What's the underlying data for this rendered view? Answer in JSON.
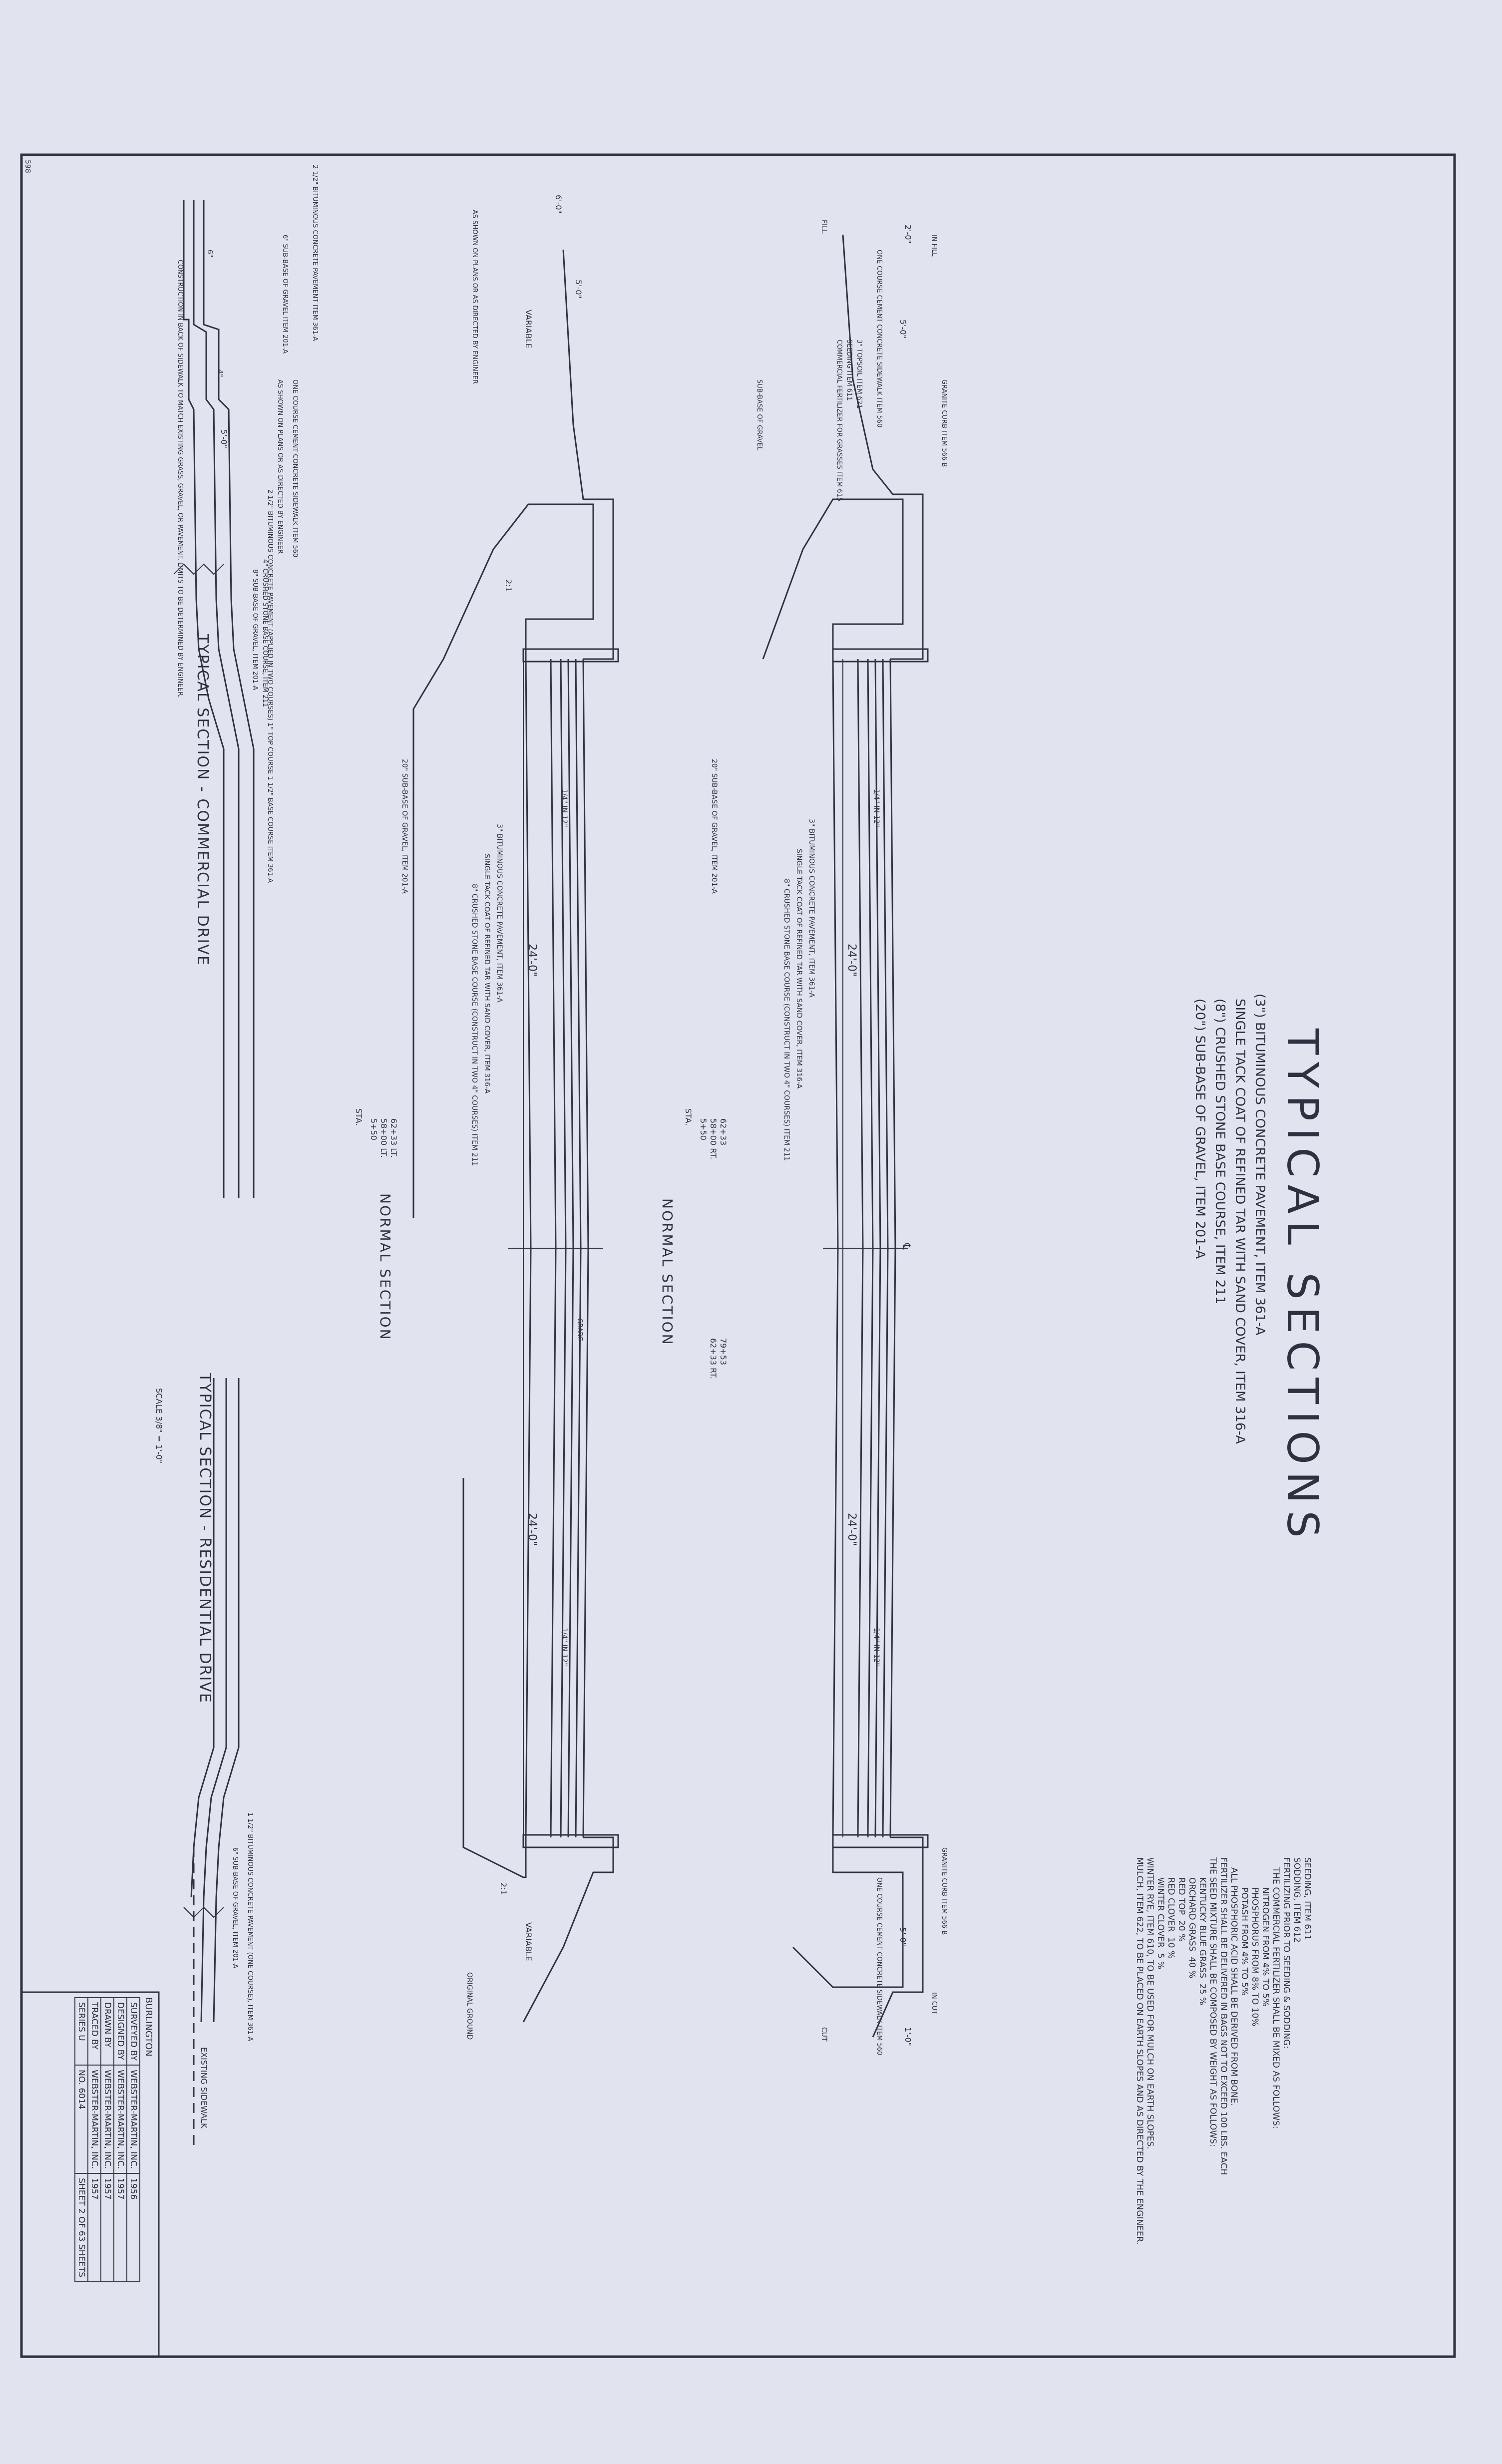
{
  "title": "TYPICAL SECTIONS",
  "legend_lines": [
    "(3\") BITUMINOUS CONCRETE PAVEMENT, ITEM 361-A",
    "SINGLE TACK COAT OF REFINED TAR WITH SAND COVER, ITEM 316-A",
    "(8\") CRUSHED STONE BASE COURSE, ITEM 211",
    "(20\") SUB-BASE OF GRAVEL, ITEM 201-A"
  ],
  "seeding_notes": [
    "SEEDING, ITEM 611",
    "SODDING, ITEM 612",
    "FERTILIZING PRIOR TO SEEDING & SODDING:",
    "THE COMMERCIAL FERTILIZER SHALL BE MIXED AS FOLLOWS:",
    "NITROGEN FROM 4% TO 5%",
    "PHOSPHORUS FROM 8% TO 10%",
    "POTASH FROM 4% TO 5%",
    "ALL PHOSPHORIC ACID SHALL BE DERIVED FROM BONE.",
    "FERTILIZER SHALL BE DELIVERED IN BAGS NOT TO EXCEED 100 LBS. EACH",
    "THE SEED MIXTURE SHALL BE COMPOSED BY WEIGHT AS FOLLOWS:",
    "KENTUCKY BLUE GRASS  25 %",
    "ORCHARD GRASS  40 %",
    "RED TOP  20 %",
    "RED CLOVER  10 %",
    "WINTER CLOVER  5 %",
    "WINTER RYE, ITEM 610, TO BE USED FOR MULCH ON EARTH SLOPES.",
    "MULCH, ITEM 622, TO BE PLACED ON EARTH SLOPES AND AS DIRECTED BY THE ENGINEER."
  ],
  "section1": {
    "dim_total_left": "24'-0\"",
    "dim_total_right": "24'-0\"",
    "layers": [
      "3\" BITUMINOUS CONCRETE PAVEMENT, ITEM 361-A",
      "SINGLE TACK COAT OF REFINED TAR WITH SAND COVER, ITEM 316-A",
      "8\" CRUSHED STONE BASE COURSE (CONSTRUCT IN TWO 4\" COURSES) ITEM 211"
    ],
    "subbase": "20\" SUB-BASE OF GRAVEL, ITEM 201-A",
    "slope": "1/4\" IN 12\"",
    "label": "NORMAL SECTION",
    "sta_label": "STA.",
    "sta_values": [
      "5+50",
      "58+00 RT.",
      "62+33",
      "62+33 RT.",
      "79+53"
    ],
    "granite_curb": "GRANITE CURB ITEM 566-B",
    "sidewalk": "ONE COURSE CEMENT CONCRETE SIDEWALK ITEM 560",
    "topsoil": "3\" TOPSOIL ITEM 621",
    "seeding": "SEEDING ITEM 611",
    "fertilizer": "COMMERCIAL FERTILIZER FOR GRASSES ITEM 615",
    "subbase_walk": "SUB-BASE OF GRAVEL",
    "fill": "FILL",
    "cut": "CUT",
    "in_fill": "IN FILL",
    "in_cut": "IN CUT",
    "dim_walk": "5'-0\"",
    "dim_edge": "2'-0\"",
    "dim_slope": "1'-0\"",
    "crown": "℄"
  },
  "section2": {
    "dim_total_left": "24'-0\"",
    "dim_total_right": "24'-0\"",
    "layers": [
      "3\" BITUMINOUS CONCRETE PAVEMENT, ITEM 361-A",
      "SINGLE TACK COAT OF REFINED TAR WITH SAND COVER, ITEM 316-A",
      "8\" CRUSHED STONE BASE COURSE (CONSTRUCT IN TWO 4\" COURSES) ITEM 211"
    ],
    "subbase": "20\" SUB-BASE OF GRAVEL, ITEM 201-A",
    "slope": "1/4\" IN 12\"",
    "label": "NORMAL SECTION",
    "sta_label": "STA.",
    "sta_values": [
      "5+50",
      "58+00 LT.",
      "62+33 LT."
    ],
    "variable": "VARIABLE",
    "shown_on_plans": "AS SHOWN ON PLANS OR AS DIRECTED BY ENGINEER",
    "original_ground": "ORIGINAL GROUND",
    "grade": "GRADE",
    "slope_21": "2:1",
    "dim_walk": "5'-0\"",
    "dim_walk2": "6'-0\""
  },
  "commercial": {
    "title": "TYPICAL SECTION - COMMERCIAL DRIVE",
    "pave": "2 1/2\" BITUMINOUS CONCRETE PAVEMENT ITEM 361-A",
    "subbase": "6\" SUB-BASE OF GRAVEL ITEM 201-A",
    "sidewalk": "ONE COURSE CEMENT CONCRETE SIDEWALK ITEM 560",
    "shown": "AS SHOWN ON PLANS OR AS DIRECTED BY ENGINEER",
    "pave2": "2 1/2\" BITUMINOUS CONCRETE PAVEMENT (APPLIED IN TWO COURSES) 1\" TOP COURSE 1 1/2\" BASE COURSE ITEM 361-A",
    "base": "4\" CRUSHED STONE BASE COURSE, ITEM 211",
    "subbase2": "8\" SUB-BASE OF GRAVEL, ITEM 201-A",
    "note": "CONSTRUCTION IN BACK OF SIDEWALK TO MATCH EXISTING GRASS, GRAVEL, OR PAVEMENT. LIMITS TO BE DETERMINED BY ENGINEER.",
    "dim_walk": "5'-0\"",
    "dim_4": "4\"",
    "dim_6": "6\""
  },
  "residential": {
    "title": "TYPICAL SECTION - RESIDENTIAL DRIVE",
    "pave": "1 1/2\" BITUMINOUS CONCRETE PAVEMENT (ONE COURSE), ITEM 361-A",
    "subbase": "6\" SUB-BASE OF GRAVEL, ITEM 201-A",
    "existing": "EXISTING SIDEWALK"
  },
  "scale": "SCALE 3/8\" = 1'-0\"",
  "title_block": {
    "town": "BURLINGTON",
    "rows": [
      {
        "label": "SURVEYED BY",
        "name": "WEBSTER-MARTIN, INC.",
        "year": "1956"
      },
      {
        "label": "DESIGNED BY",
        "name": "WEBSTER-MARTIN, INC.",
        "year": "1957"
      },
      {
        "label": "DRAWN BY",
        "name": "WEBSTER-MARTIN, INC.",
        "year": "1957"
      },
      {
        "label": "TRACED BY",
        "name": "WEBSTER-MARTIN, INC.",
        "year": "1957"
      }
    ],
    "series": "SERIES U",
    "number": "NO. 6014",
    "sheet": "SHEET 2 OF 63 SHEETS"
  },
  "stamp": "598"
}
